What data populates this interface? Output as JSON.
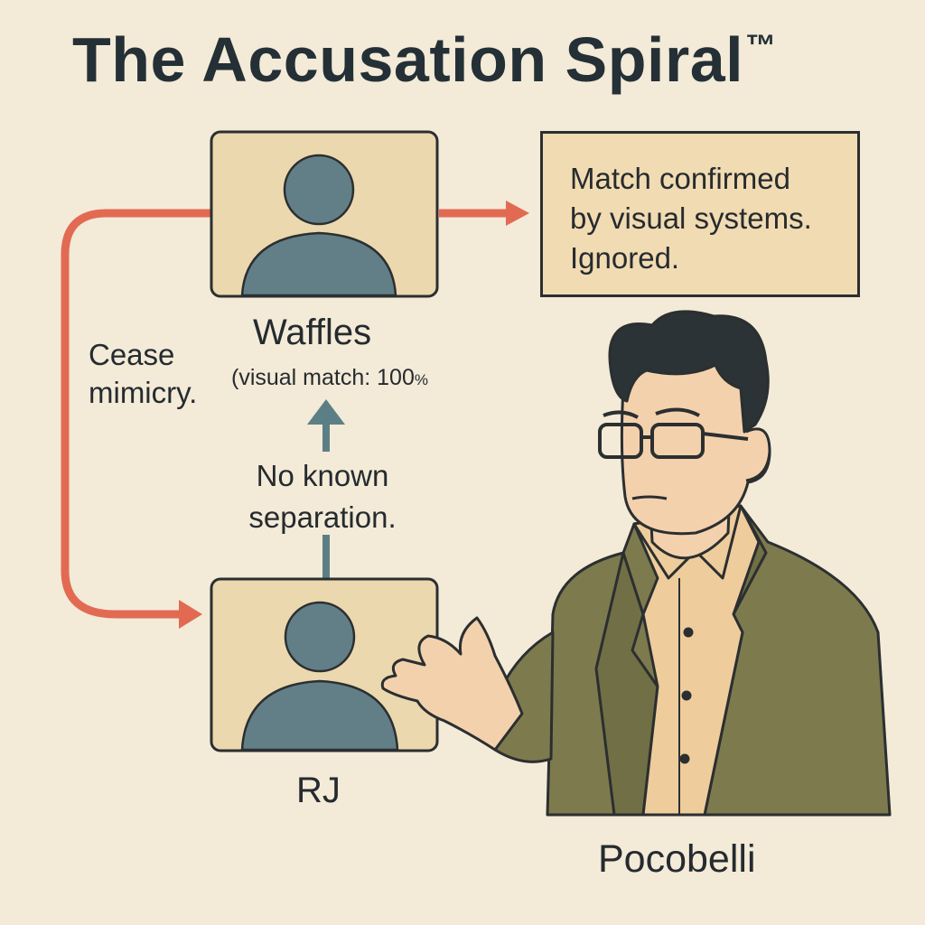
{
  "title": "The Accusation Spiral",
  "title_mark": "™",
  "nodes": {
    "waffles": {
      "name": "Waffles",
      "subtitle": "(visual match: 100",
      "subtitle_unit": "%"
    },
    "rj": {
      "name": "RJ"
    }
  },
  "note_lines": [
    "Match confirmed",
    "by visual systems.",
    "Ignored."
  ],
  "edge_labels": {
    "loop": "Cease mimicry.",
    "up": "No known separation."
  },
  "person": {
    "name": "Pocobelli"
  },
  "colors": {
    "background": "#f3ead8",
    "frame_fill": "#ecd8ae",
    "silhouette": "#627f88",
    "red_arrow": "#e26a53",
    "teal_arrow": "#5c7f86",
    "note_fill": "#f1dbb2",
    "jacket": "#7d7a4e",
    "shirt": "#efcc9c",
    "skin": "#f4d1ad",
    "hair": "#2b3336"
  }
}
